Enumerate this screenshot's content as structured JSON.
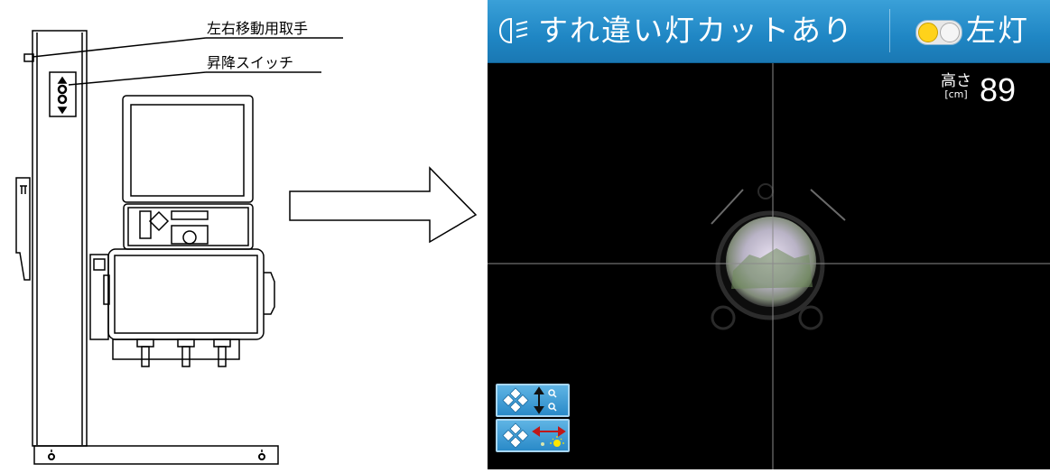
{
  "diagram": {
    "callouts": [
      {
        "id": "handle",
        "text": "左右移動用取手"
      },
      {
        "id": "switch",
        "text": "昇降スイッチ"
      }
    ]
  },
  "screen": {
    "title": "すれ違い灯カットあり",
    "lamp_side": "左灯",
    "height": {
      "label": "高さ",
      "unit": "[cm]",
      "value": "89"
    },
    "toggle_colors": {
      "active": "#ffd21a",
      "inactive": "#f5f5f5"
    },
    "controls": [
      {
        "name": "move-zoom",
        "icons": [
          "diamond-arrows-icon",
          "vertical-arrow-icon",
          "zoom-icon"
        ]
      },
      {
        "name": "move-brightness",
        "icons": [
          "diamond-arrows-icon",
          "horizontal-arrow-icon",
          "brightness-icon"
        ]
      }
    ],
    "colors": {
      "bar": "#1f86c4",
      "background": "#000000"
    }
  }
}
